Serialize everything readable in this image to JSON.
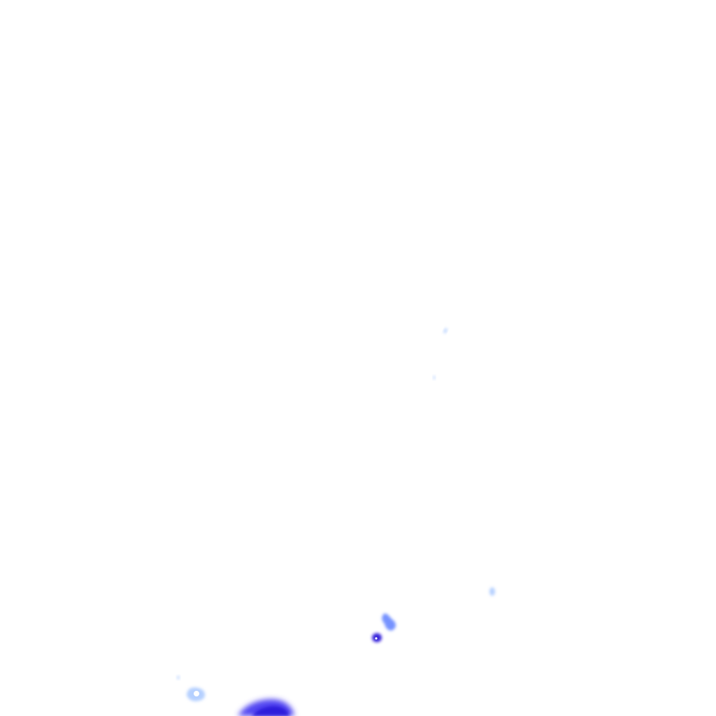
{
  "layer": {
    "kind": "precipitation-radar-overlay",
    "background": "#ffffff"
  },
  "palette": {
    "light": "#a8c8ff",
    "medium": "#6f8cff",
    "strong": "#4a3cf0",
    "intense": "#2a14d8",
    "core": "#ffffff"
  },
  "echoes": [
    {
      "id": "echo-1",
      "intensity": "light"
    },
    {
      "id": "echo-2",
      "intensity": "light"
    },
    {
      "id": "echo-3",
      "intensity": "light"
    },
    {
      "id": "echo-4",
      "intensity": "medium"
    },
    {
      "id": "echo-5",
      "intensity": "intense"
    },
    {
      "id": "echo-6",
      "intensity": "light"
    },
    {
      "id": "echo-7",
      "intensity": "light"
    },
    {
      "id": "echo-8",
      "intensity": "strong"
    }
  ]
}
